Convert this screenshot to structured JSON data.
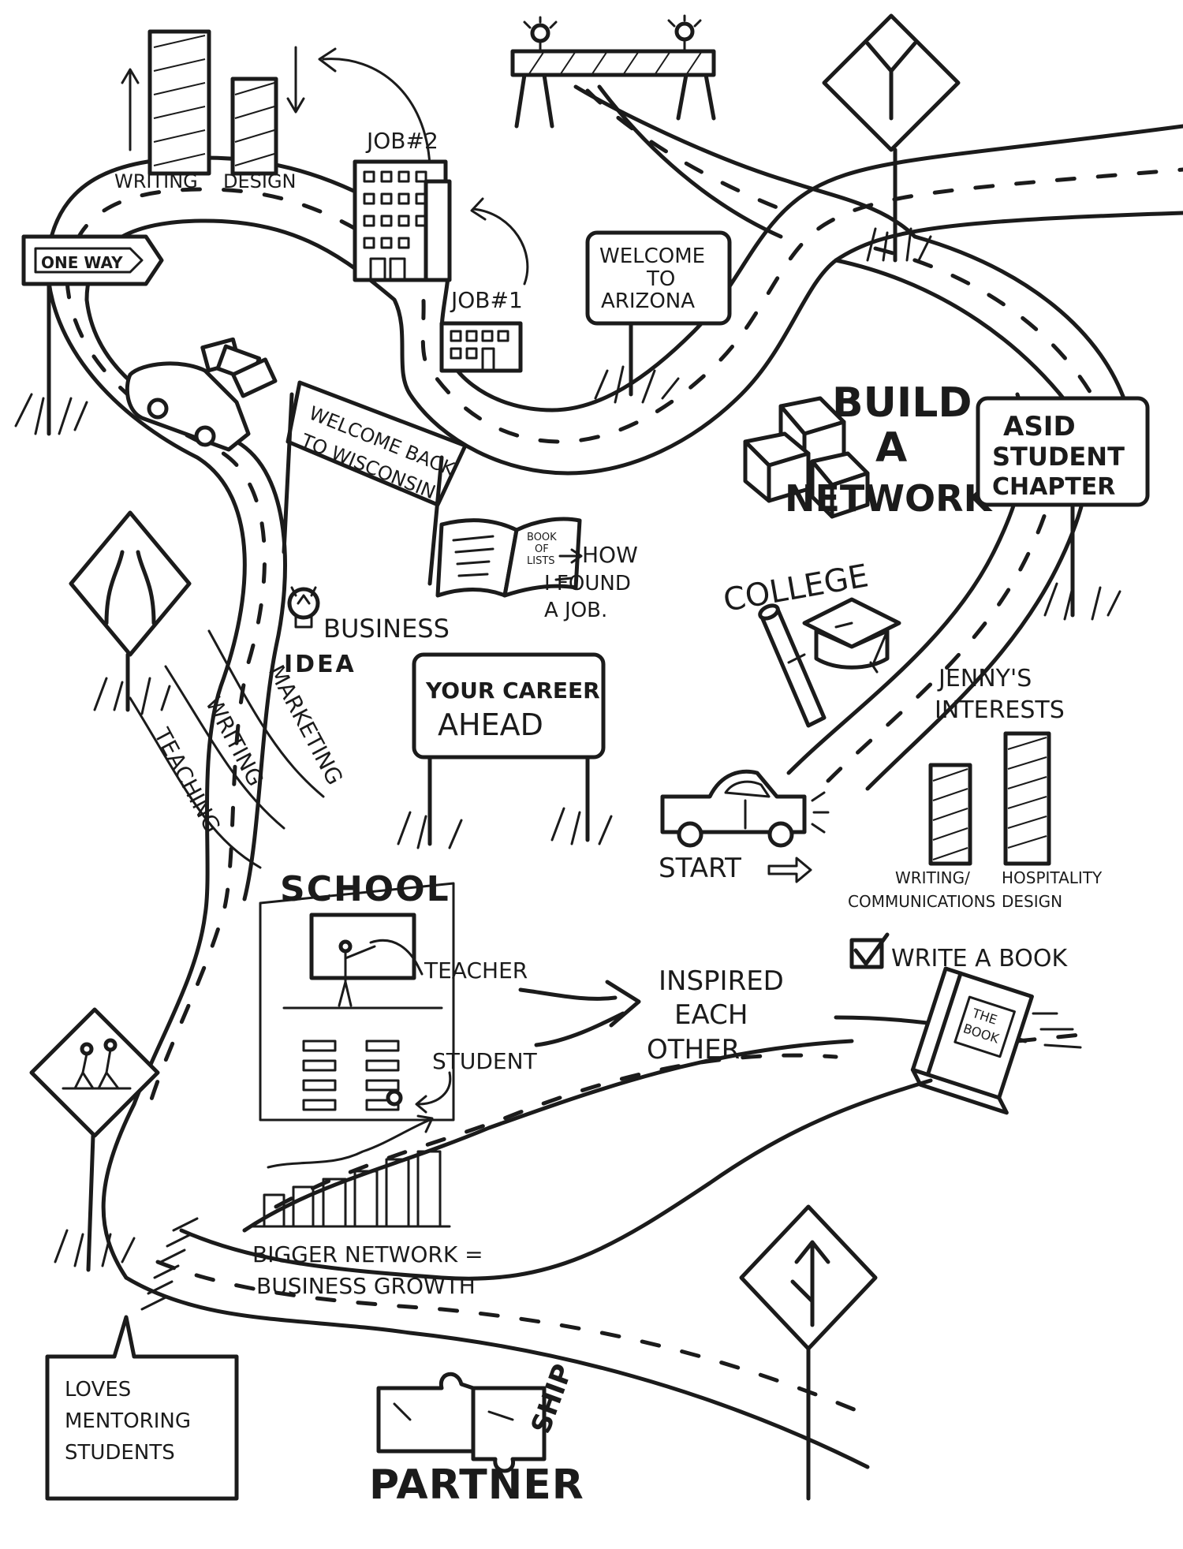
{
  "labels": {
    "writing_top": "WRITING",
    "design_top": "DESIGN",
    "job2": "JOB#2",
    "job1": "JOB#1",
    "one_way": "ONE WAY",
    "welcome_arizona_1": "WELCOME",
    "welcome_arizona_2": "TO",
    "welcome_arizona_3": "ARIZONA",
    "welcome_wisconsin_1": "WELCOME BACK",
    "welcome_wisconsin_2": "TO WISCONSIN",
    "build_1": "BUILD",
    "build_2": "A",
    "build_3": "NETWORK",
    "asid_1": "ASID",
    "asid_2": "STUDENT",
    "asid_3": "CHAPTER",
    "book_of_lists_1": "BOOK",
    "book_of_lists_2": "OF",
    "book_of_lists_3": "LISTS",
    "how_1": "HOW",
    "how_2": "I FOUND",
    "how_3": "A JOB.",
    "college": "COLLEGE",
    "business": "BUSINESS",
    "idea": "IDEA",
    "career_1": "YOUR CAREER",
    "career_2": "AHEAD",
    "teaching": "TEACHING",
    "writing_mid": "WRITING",
    "marketing": "MARKETING",
    "jenny_1": "JENNY'S",
    "jenny_2": "INTERESTS",
    "start": "START",
    "writing_comm_1": "WRITING/",
    "writing_comm_2": "COMMUNICATIONS",
    "hospitality_1": "HOSPITALITY",
    "hospitality_2": "DESIGN",
    "write_book": "WRITE A BOOK",
    "the_book_1": "THE",
    "the_book_2": "BOOK",
    "school": "SCHOOL",
    "teacher": "TEACHER",
    "student": "STUDENT",
    "inspired_1": "INSPIRED",
    "inspired_2": "EACH",
    "inspired_3": "OTHER",
    "bigger_1": "BIGGER NETWORK =",
    "bigger_2": "BUSINESS GROWTH",
    "loves_1": "LOVES",
    "loves_2": "MENTORING",
    "loves_3": "STUDENTS",
    "partner": "PARTNER",
    "ship": "SHIP"
  },
  "icons": [
    "fork-road-sign",
    "narrow-road-sign",
    "pedestrian-sign",
    "merge-arrow-sign",
    "road-barrier",
    "lightbulb",
    "graduation-cap",
    "diploma",
    "checkbox-checked",
    "car",
    "boxes",
    "puzzle"
  ]
}
